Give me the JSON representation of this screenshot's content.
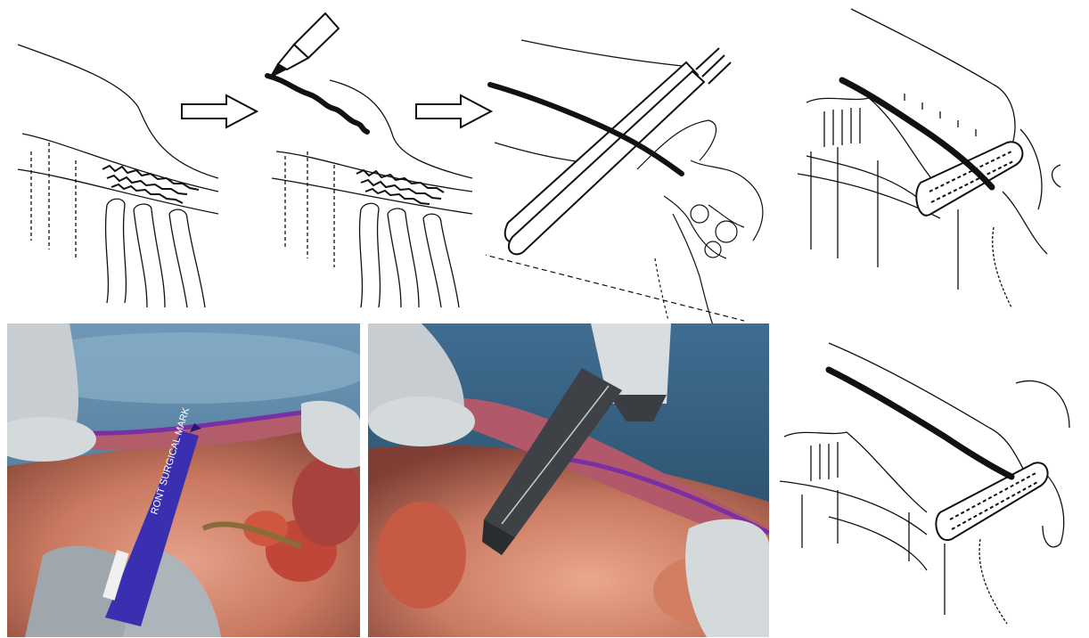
{
  "figure": {
    "sketch_panels": [
      {
        "id": "sketch-1",
        "depicts": "bowel wall with tumor infiltration"
      },
      {
        "id": "sketch-2",
        "depicts": "marking pen drawing a resection line"
      },
      {
        "id": "sketch-3",
        "depicts": "linear stapler applied along the marked line"
      },
      {
        "id": "sketch-4",
        "depicts": "stapled bowel edge after resection"
      },
      {
        "id": "sketch-5",
        "depicts": "alternative stapled closure view"
      }
    ],
    "photo_panels": [
      {
        "id": "photo-1",
        "depicts": "intraoperative marking with purple skin marker"
      },
      {
        "id": "photo-2",
        "depicts": "intraoperative linear stapler application"
      }
    ],
    "pen_label": "RONT SURGICAL MARK",
    "colors": {
      "ink": "#111111",
      "marker": "#3a2fb0",
      "mucosa": "#c98a74",
      "drape": "#5d88a6",
      "glove": "#b9bec3"
    }
  }
}
